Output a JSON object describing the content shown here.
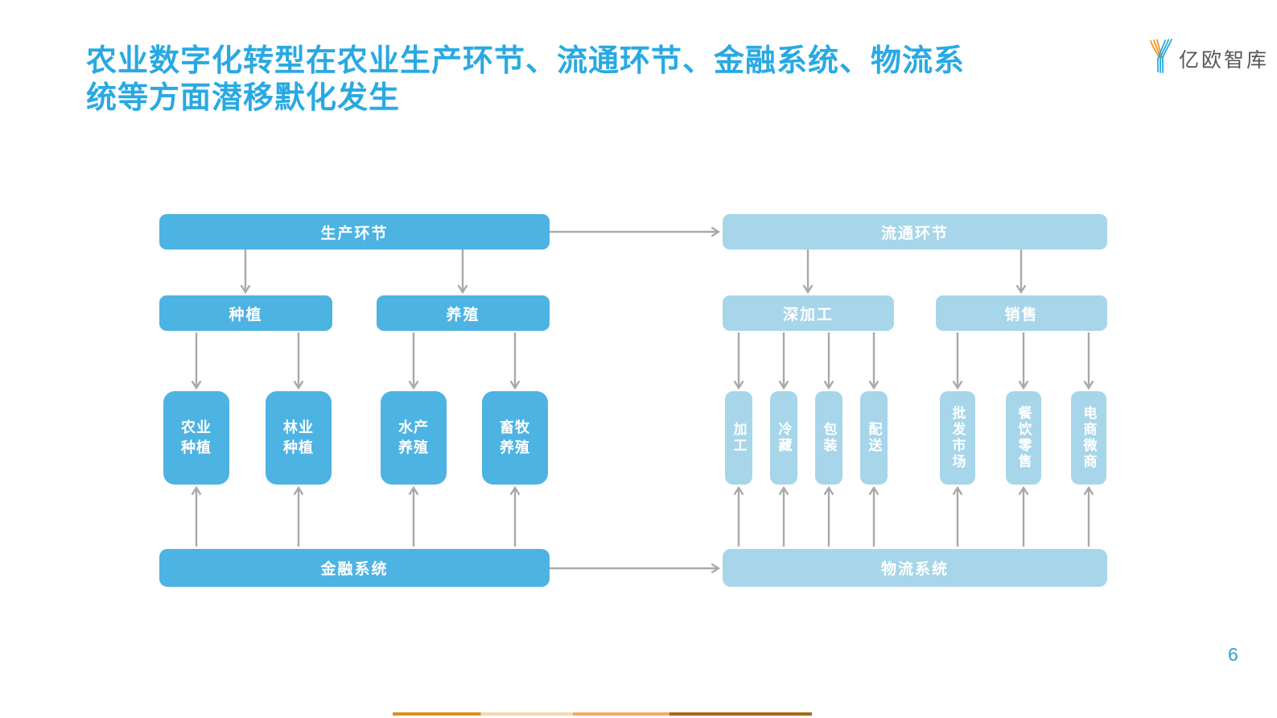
{
  "page": {
    "title_line1": "农业数字化转型在农业生产环节、流通环节、金融系统、物流系",
    "title_line2": "统等方面潜移默化发生",
    "page_number": "6",
    "logo": {
      "text": "亿欧智库"
    },
    "colors": {
      "title_blue": "#29A9E2",
      "box_dark_blue": "#4DB3E2",
      "box_light_blue": "#A7D6EA",
      "arrow_gray": "#A9A9A9",
      "page_number_blue": "#2F9FD8",
      "logo_orange": "#F7941E",
      "logo_blue": "#29ABE2",
      "footer_segments": [
        "#DD8F1F",
        "#F2D8B6",
        "#EFAE62",
        "#A8691B"
      ]
    }
  },
  "diagram": {
    "production": {
      "root": "生产环节",
      "planting": "种植",
      "breeding": "养殖",
      "leaves": [
        "农业\n种植",
        "林业\n种植",
        "水产\n养殖",
        "畜牧\n养殖"
      ],
      "finance": "金融系统"
    },
    "circulation": {
      "root": "流通环节",
      "processing": "深加工",
      "sales": "销售",
      "processing_leaves": [
        "加工",
        "冷藏",
        "包装",
        "配送"
      ],
      "sales_leaves": [
        "批发市场",
        "餐饮零售",
        "电商微商"
      ],
      "logistics": "物流系统"
    }
  }
}
